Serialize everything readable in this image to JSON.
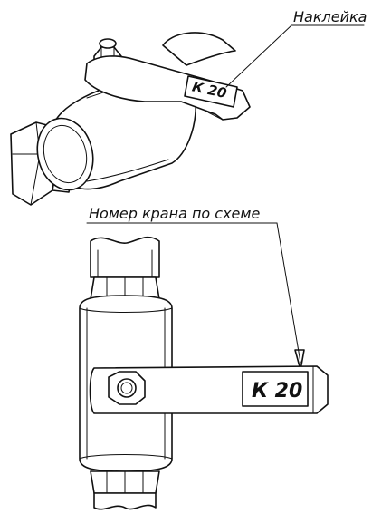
{
  "callouts": {
    "sticker_label": "Наклейка",
    "valve_number_label": "Номер крана по схеме"
  },
  "plate": {
    "text": "К 20"
  }
}
